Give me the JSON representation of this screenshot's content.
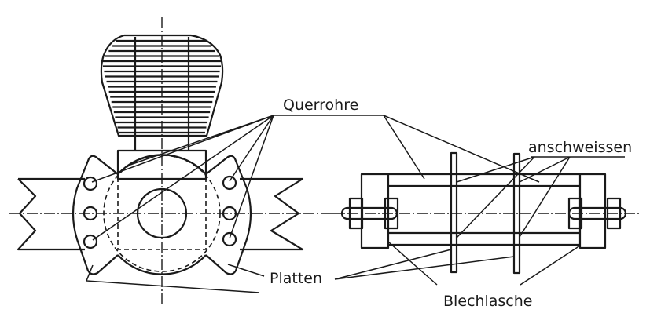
{
  "labels": {
    "querrohre": "Querrohre",
    "anschweissen": "anschweissen",
    "platten": "Platten",
    "blechlasche": "Blechlasche"
  }
}
